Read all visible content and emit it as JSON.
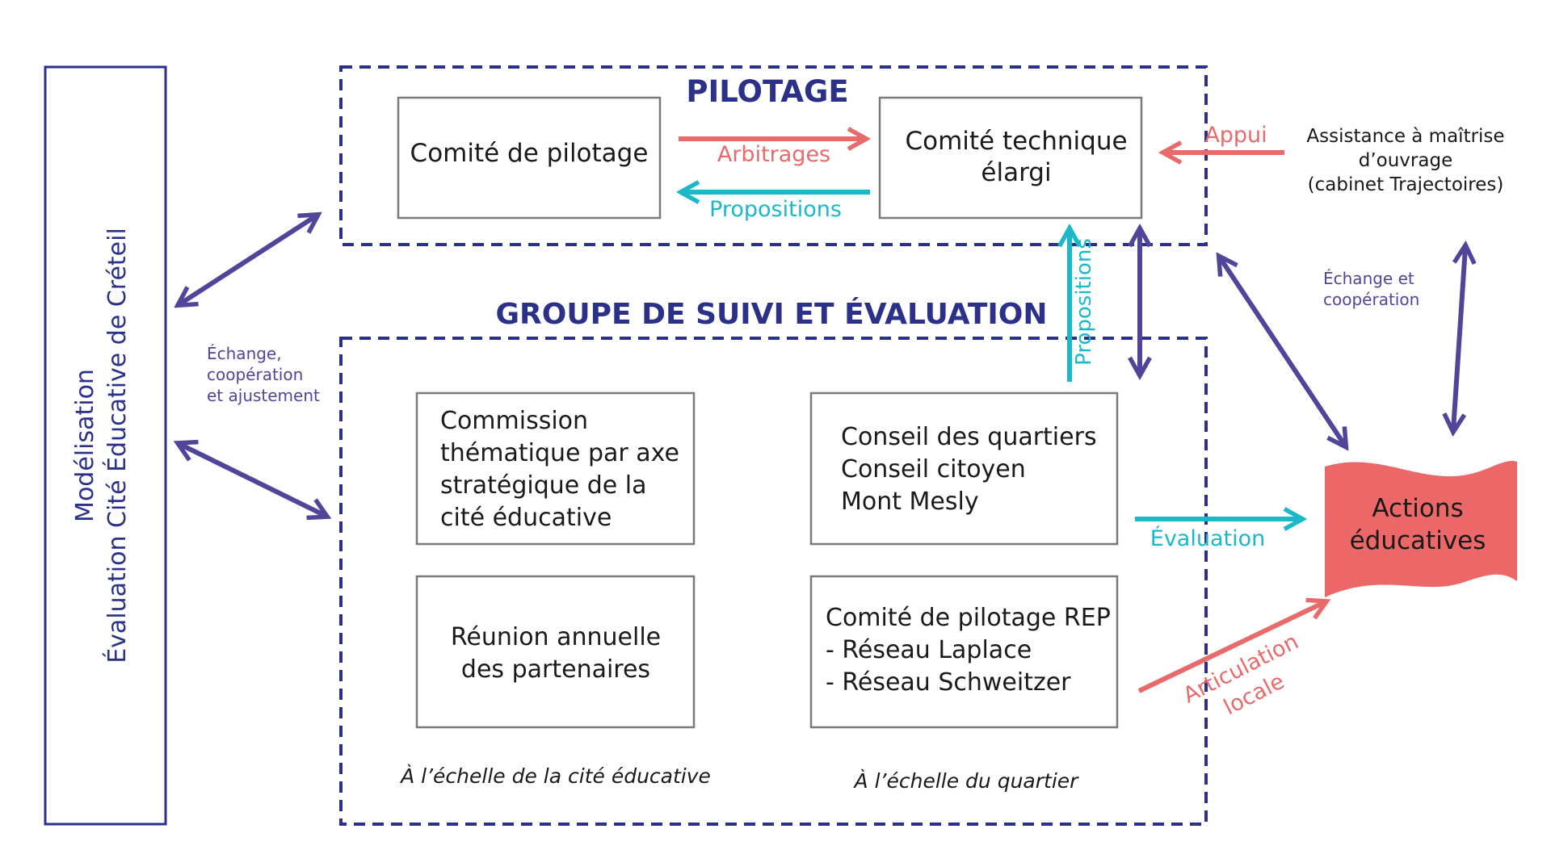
{
  "colors": {
    "navy": "#2b3088",
    "purple": "#4f469a",
    "coral": "#e96a6a",
    "cyan": "#1bb8c9",
    "box_border": "#7a7a7a",
    "text": "#1a1a1a"
  },
  "left_panel": {
    "line1": "Modélisation",
    "line2": "Évaluation Cité Éducative de Créteil"
  },
  "pilotage": {
    "title": "PILOTAGE",
    "comite_pilotage": "Comité de pilotage",
    "comite_technique": [
      "Comité technique",
      "élargi"
    ],
    "arbitrages": "Arbitrages",
    "propositions": "Propositions"
  },
  "assistance": {
    "appui": "Appui",
    "lines": [
      "Assistance à maîtrise",
      "d’ouvrage",
      "(cabinet Trajectoires)"
    ],
    "echange": [
      "Échange et",
      "coopération"
    ]
  },
  "groupe": {
    "title": "GROUPE DE SUIVI ET ÉVALUATION",
    "propositions_vertical": "Propositions",
    "commission": [
      "Commission",
      "thématique par axe",
      "stratégique de la",
      "cité éducative"
    ],
    "reunion": [
      "Réunion annuelle",
      "des partenaires"
    ],
    "conseil": [
      "Conseil des quartiers",
      "Conseil citoyen",
      "Mont Mesly"
    ],
    "comite_rep": [
      "Comité de pilotage REP",
      "-  Réseau Laplace",
      "-  Réseau Schweitzer"
    ],
    "echelle_cite": "À l’échelle de la cité éducative",
    "echelle_quartier": "À l’échelle du quartier"
  },
  "echange_left": [
    "Échange,",
    "coopération",
    "et ajustement"
  ],
  "actions": [
    "Actions",
    "éducatives"
  ],
  "evaluation": "Évaluation",
  "articulation": [
    "Articulation",
    "locale"
  ]
}
